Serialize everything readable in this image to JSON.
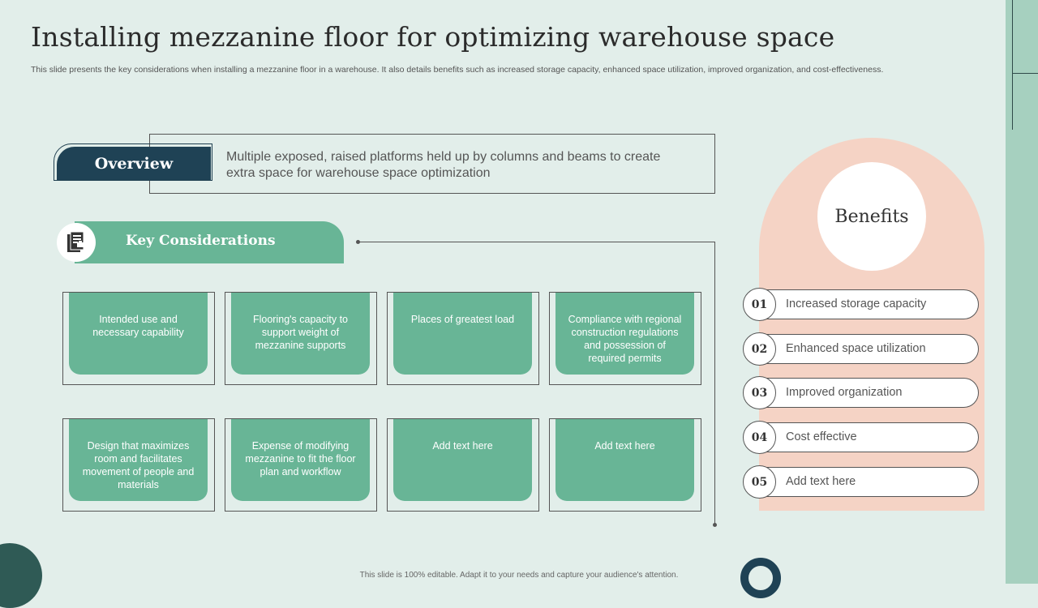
{
  "title": "Installing mezzanine floor for optimizing warehouse space",
  "subtitle": "This slide presents the key considerations when installing a mezzanine floor in a warehouse. It also details benefits such as increased storage capacity, enhanced space utilization, improved organization, and cost-effectiveness.",
  "overview": {
    "label": "Overview",
    "text": "Multiple exposed, raised platforms held up by columns and beams to create extra space for warehouse space optimization"
  },
  "key_considerations": {
    "label": "Key Considerations",
    "icon": "document-icon",
    "cards": [
      "Intended use and necessary capability",
      "Flooring's capacity to support weight of mezzanine supports",
      "Places of greatest load",
      "Compliance with regional construction regulations and possession of required permits",
      "Design that maximizes room and facilitates movement of people and materials",
      "Expense of modifying mezzanine to fit the floor plan and workflow",
      "Add text here",
      "Add text here"
    ]
  },
  "benefits": {
    "label": "Benefits",
    "items": [
      {
        "num": "01",
        "text": "Increased storage capacity"
      },
      {
        "num": "02",
        "text": "Enhanced space utilization"
      },
      {
        "num": "03",
        "text": "Improved organization"
      },
      {
        "num": "04",
        "text": "Cost effective"
      },
      {
        "num": "05",
        "text": "Add text here"
      }
    ]
  },
  "footer": "This slide is 100% editable. Adapt it to your needs and capture your audience's attention.",
  "colors": {
    "background": "#e2eeea",
    "green": "#68b596",
    "navy": "#1f4255",
    "peach": "#f5d3c5",
    "strip": "#a6d0bf"
  }
}
